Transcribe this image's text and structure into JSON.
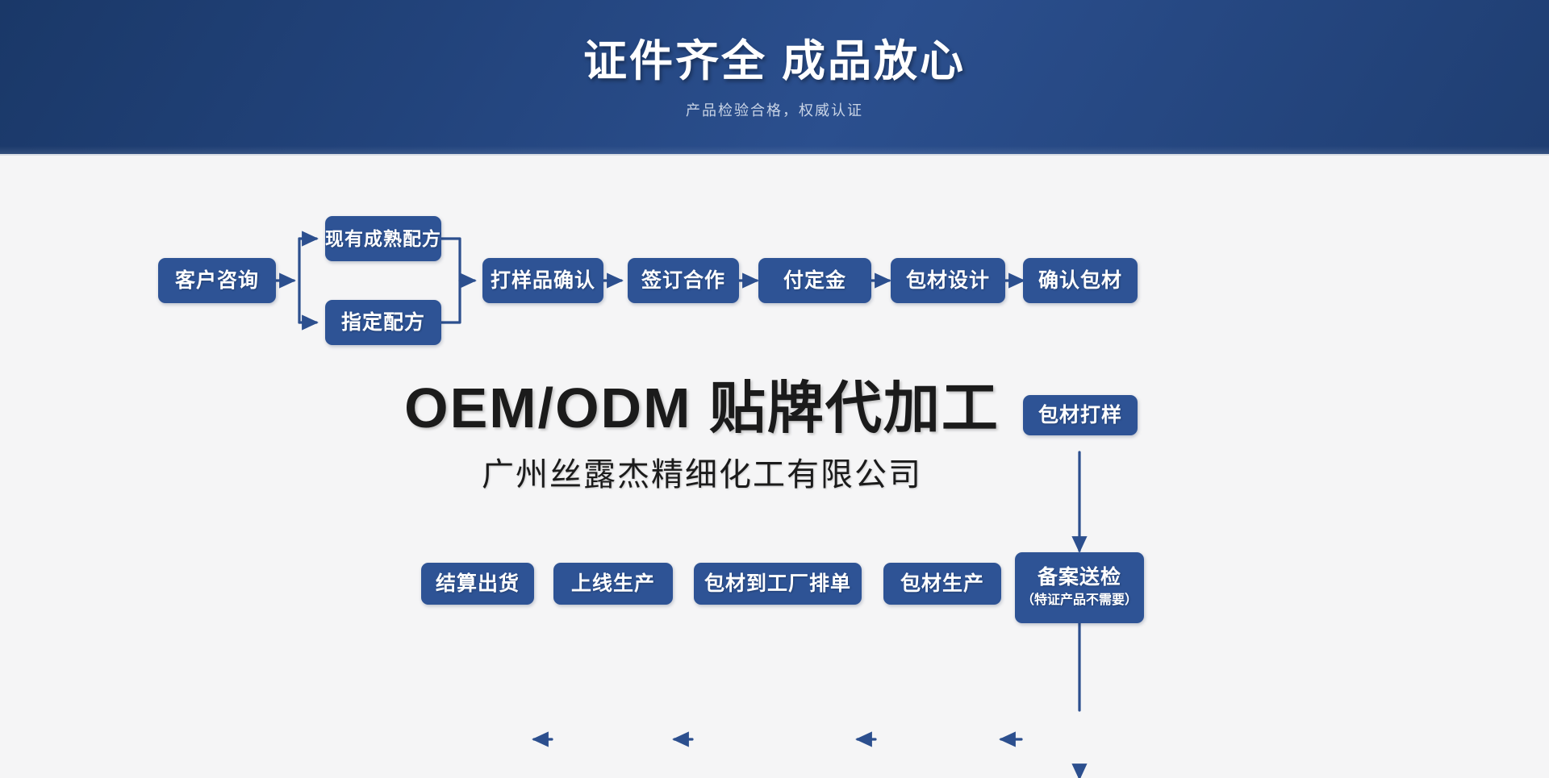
{
  "banner": {
    "title": "证件齐全 成品放心",
    "subtitle": "产品检验合格，权威认证",
    "bg_color": "#22437b",
    "text_color": "#ffffff"
  },
  "headline": {
    "main": "OEM/ODM 贴牌代加工",
    "company": "广州丝露杰精细化工有限公司"
  },
  "flow": {
    "accent_color": "#2e5395",
    "line_color": "#2c4f8e",
    "background_color": "#f5f5f6",
    "nodes": [
      {
        "id": "customer-inquiry",
        "label": "客户咨询"
      },
      {
        "id": "existing-formula",
        "label": "现有成熟配方"
      },
      {
        "id": "custom-formula",
        "label": "指定配方"
      },
      {
        "id": "sample-confirm",
        "label": "打样品确认"
      },
      {
        "id": "sign-contract",
        "label": "签订合作"
      },
      {
        "id": "pay-deposit",
        "label": "付定金"
      },
      {
        "id": "package-design",
        "label": "包材设计"
      },
      {
        "id": "package-confirm",
        "label": "确认包材"
      },
      {
        "id": "package-proof",
        "label": "包材打样"
      },
      {
        "id": "filing-inspection",
        "label": "备案送检",
        "sub": "（特证产品不需要）"
      },
      {
        "id": "package-production",
        "label": "包材生产"
      },
      {
        "id": "package-to-factory",
        "label": "包材到工厂排单"
      },
      {
        "id": "start-production",
        "label": "上线生产"
      },
      {
        "id": "settle-ship",
        "label": "结算出货"
      }
    ]
  }
}
